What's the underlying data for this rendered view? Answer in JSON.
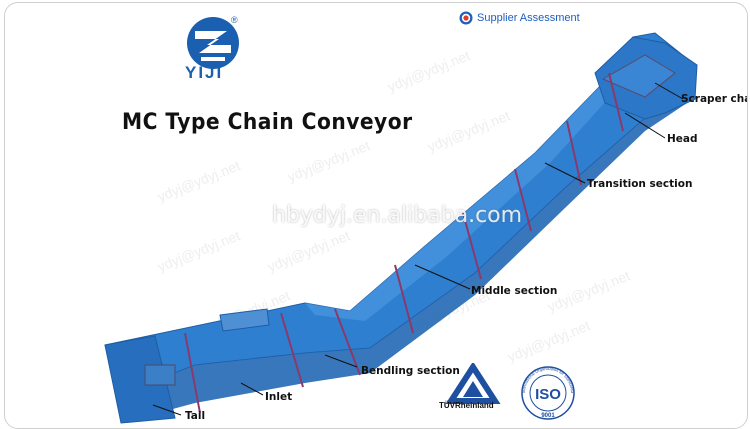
{
  "brand": {
    "name": "YIJI",
    "registered": "®"
  },
  "supplier": {
    "label": "Supplier Assessment"
  },
  "title": "MC Type Chain Conveyor",
  "website": "hbydyj.en.alibaba.com",
  "watermark_text": "ydyj@ydyj.net",
  "labels": {
    "scraper_chain": "Scraper chain",
    "head": "Head",
    "transition_section": "Transition section",
    "middle_section": "Middle section",
    "bendling_section": "Bendling section",
    "inlet": "Inlet",
    "tail": "Tail"
  },
  "certs": {
    "tuv": "TÜVRheinland",
    "iso": "ISO",
    "iso_number": "9001",
    "iso_ring": "International Organization for Standardization"
  },
  "colors": {
    "brand_blue": "#1a5fb0",
    "conveyor_blue": "#2f7fd0",
    "conveyor_dark": "#1e5da4",
    "flange": "#8a3a6a"
  }
}
